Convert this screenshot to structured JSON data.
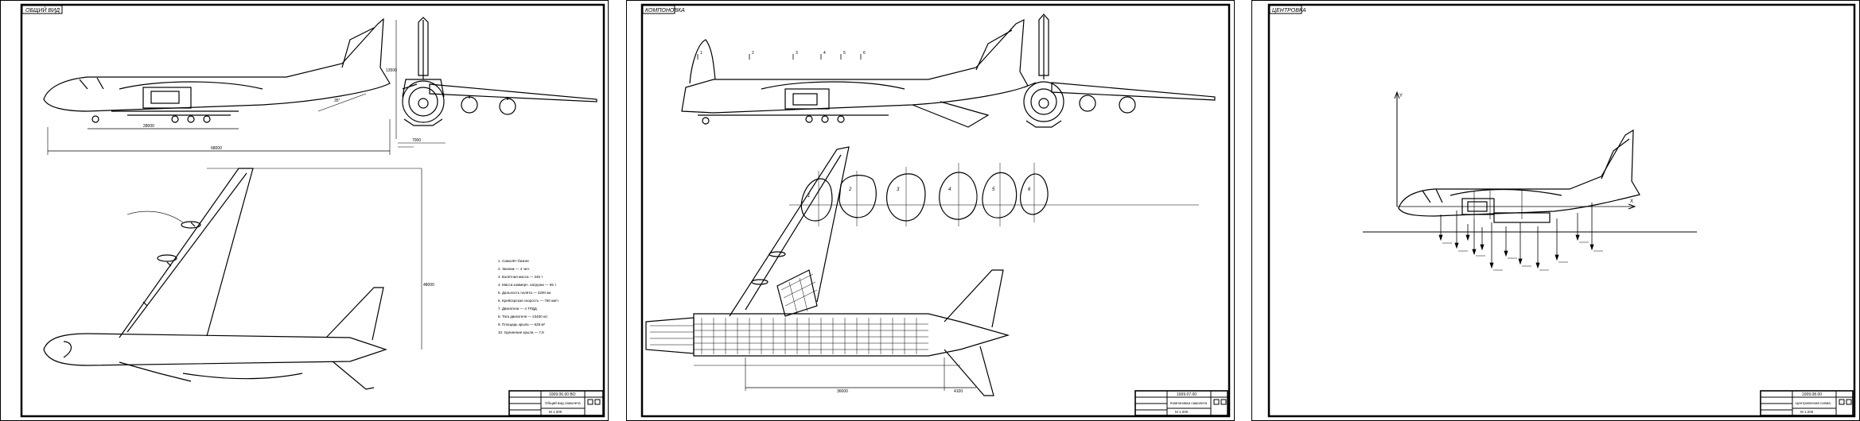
{
  "sheets": [
    {
      "tag": "ОБЩИЙ ВИД",
      "title_block": {
        "code": "1009.06.00 ВО",
        "name": "Общий вид самолета",
        "scale": "М 1:200"
      },
      "dims": {
        "fuselage_len": "68000",
        "body_len": "28000",
        "span": "48000",
        "sweep_angle": "35°",
        "height": "13500",
        "gear_track": "7000"
      },
      "notes": [
        "1. Самолёт-бизнес",
        "2. Экипаж — 4 чел.",
        "3. Взлётная масса — 246 т",
        "4. Масса коммерч. нагрузки — 65 т",
        "5. Дальность полёта — 4200 км",
        "6. Крейсерская скорость — 760 км/ч",
        "7. Двигатели — 4 ТРДД",
        "8. Тяга двигателя — 23400 кгс",
        "9. Площадь крыла — 628 м²",
        "10. Удлинение крыла — 7,8"
      ]
    },
    {
      "tag": "КОМПОНОВКА",
      "title_block": {
        "code": "1009.07.00",
        "name": "Компоновка самолета",
        "scale": "М 1:200"
      },
      "section_labels": [
        "1",
        "2",
        "3",
        "4",
        "5",
        "6"
      ],
      "station_labels": [
        "1",
        "2",
        "3",
        "4",
        "5",
        "6"
      ],
      "dims": {
        "cargo_len": "36000",
        "tail_len": "4100"
      }
    },
    {
      "tag": "ЦЕНТРОВКА",
      "title_block": {
        "code": "1009.08.00",
        "name": "Центровочная схема",
        "scale": "М 1:200"
      },
      "axis": {
        "x": "X",
        "y": "Y"
      }
    }
  ]
}
